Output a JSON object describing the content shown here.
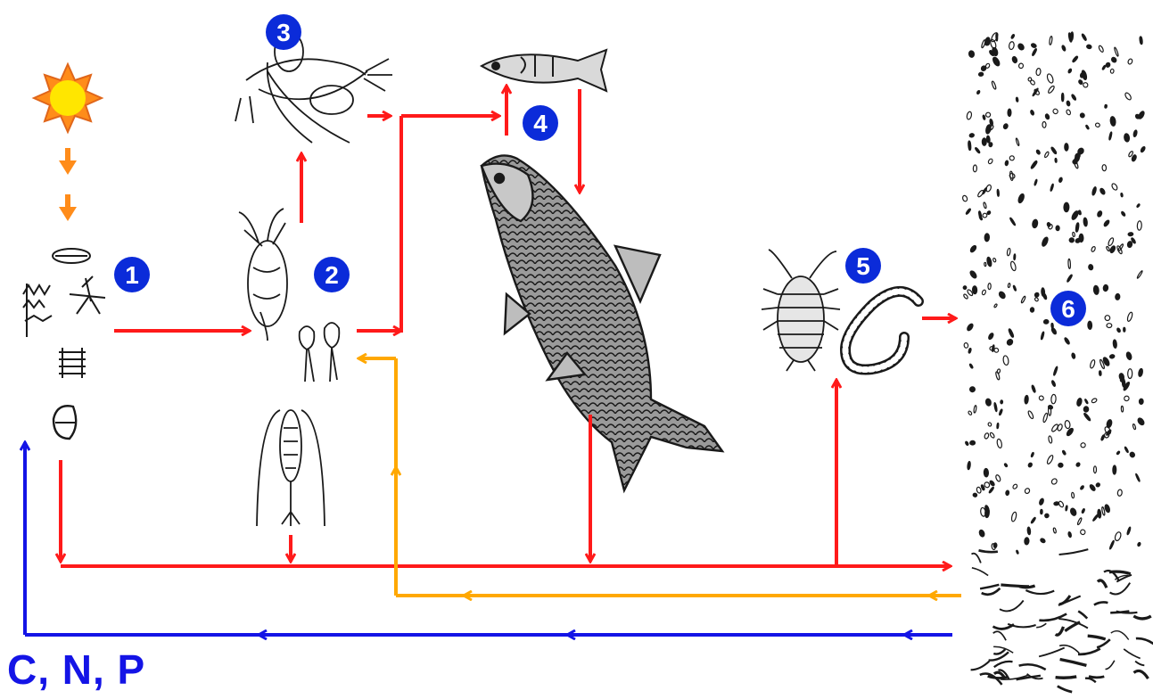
{
  "colors": {
    "predation": "#ff1a1a",
    "detritus_return": "#ffa800",
    "nutrient_cycle": "#1414e6",
    "sunlight": "#ff8c1a",
    "badge": "#0b2bd9",
    "badge_text": "#ffffff",
    "ink": "#1a1a1a"
  },
  "badges": {
    "n1": "1",
    "n2": "2",
    "n3": "3",
    "n4": "4",
    "n5": "5",
    "n6": "6"
  },
  "labels": {
    "nutrients": "C, N, P"
  },
  "icons": {
    "sun": "sun-icon",
    "phytoplankton": "phytoplankton-icon",
    "zooplankton": "zooplankton-icon",
    "mysid": "mysid-shrimp-icon",
    "small_fish": "small-fish-icon",
    "large_fish": "large-fish-icon",
    "isopod": "isopod-icon",
    "worm": "worm-icon",
    "sediment": "sediment-icon"
  }
}
